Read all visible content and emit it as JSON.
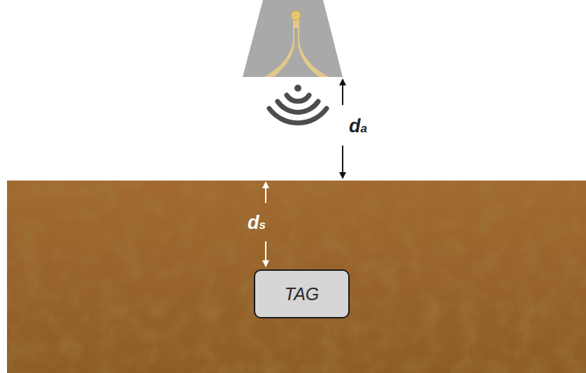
{
  "diagram": {
    "nodes": [
      {
        "text": [
          "TAG"
        ]
      }
    ],
    "labels": [
      "da",
      "ds"
    ]
  }
}
